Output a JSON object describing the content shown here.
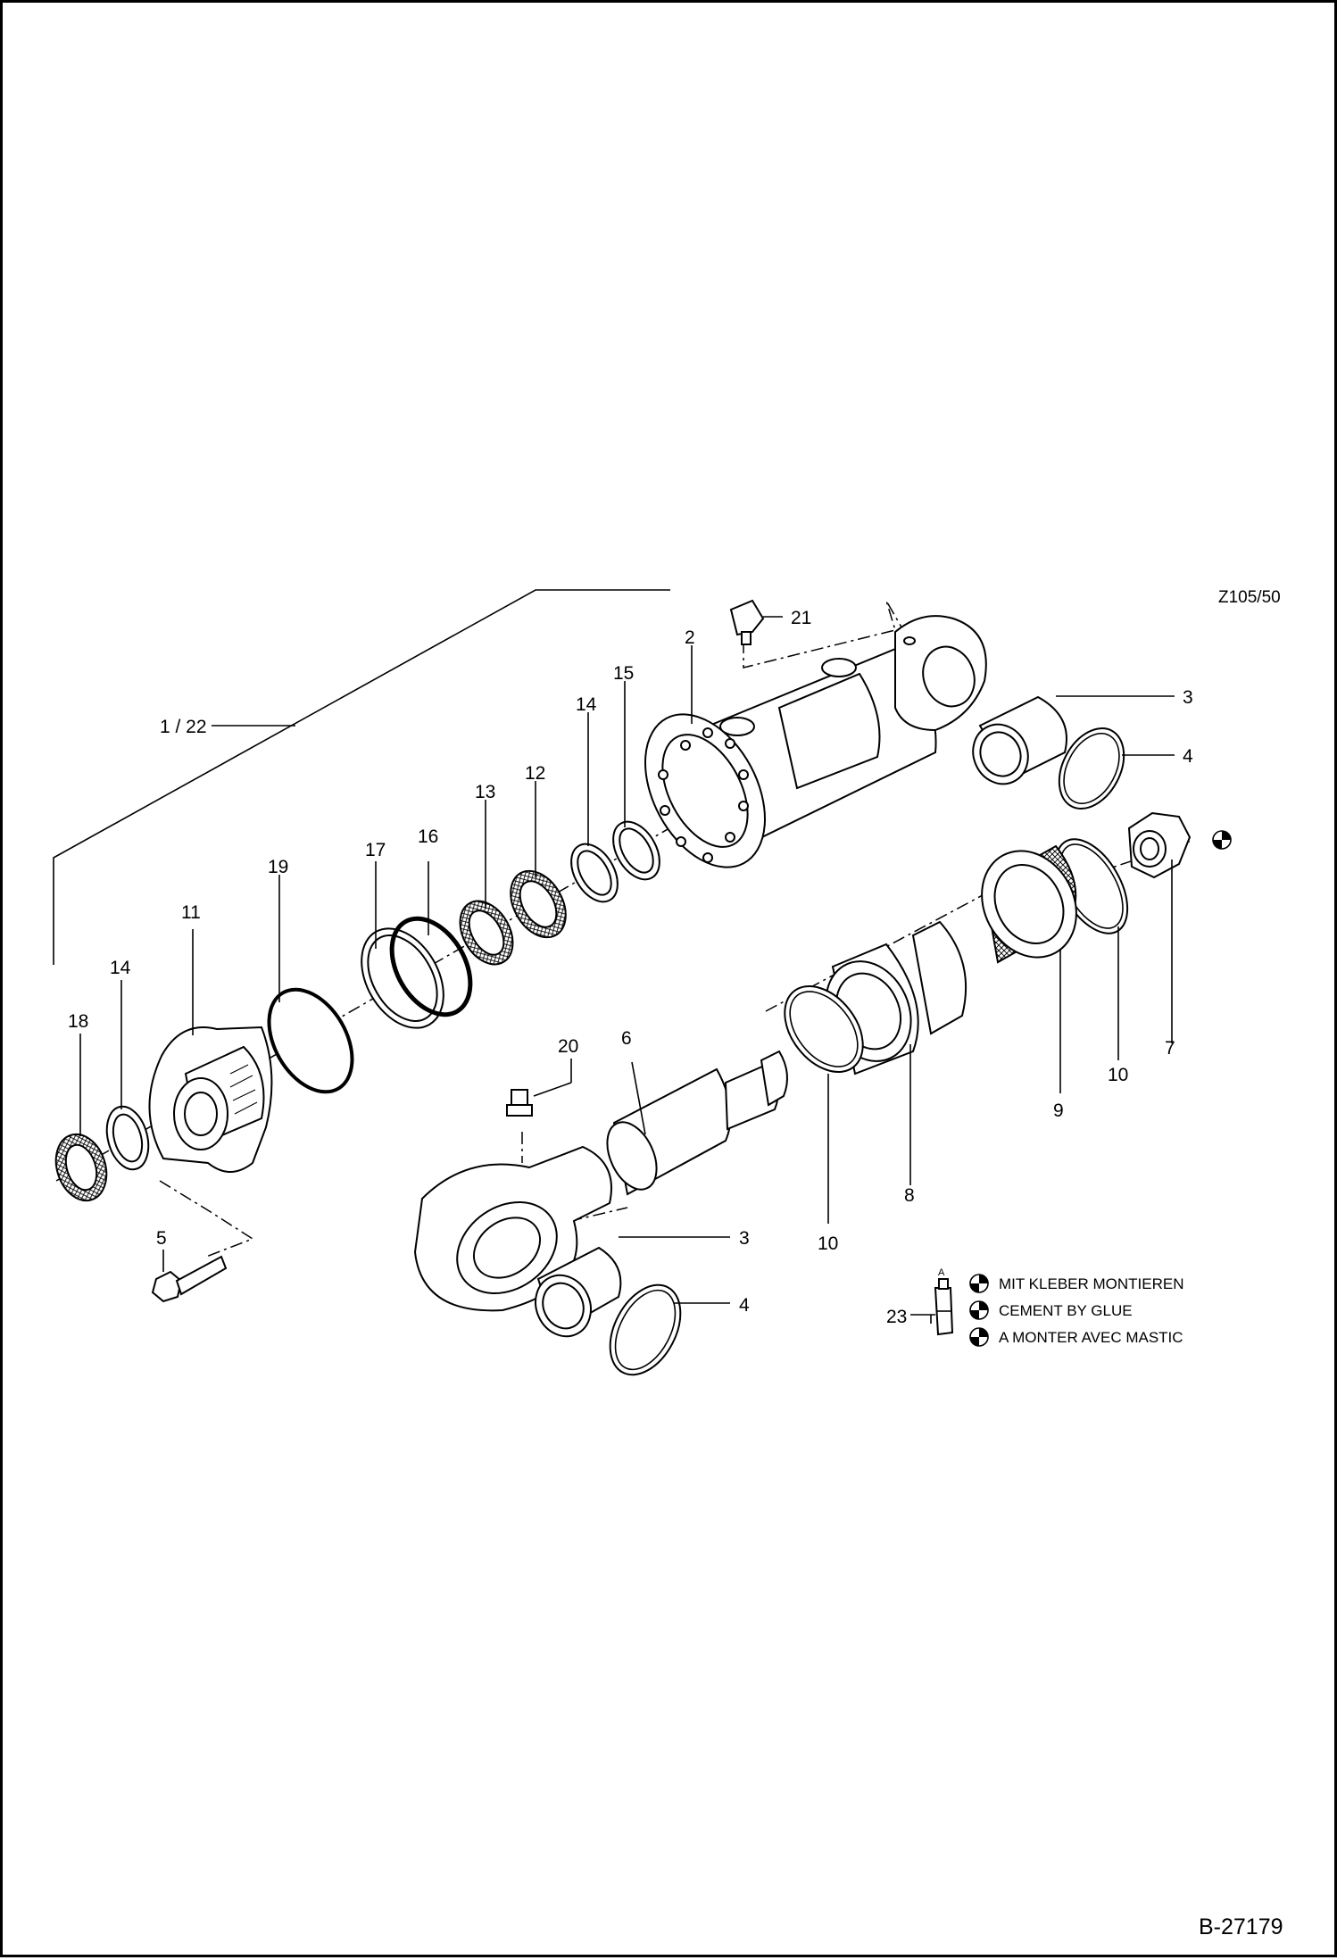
{
  "drawing_code": "Z105/50",
  "sheet_number": "B-27179",
  "callouts": {
    "c1_22": "1 / 22",
    "c2": "2",
    "c3a": "3",
    "c3b": "3",
    "c4a": "4",
    "c4b": "4",
    "c5": "5",
    "c6": "6",
    "c7": "7",
    "c8": "8",
    "c9": "9",
    "c10a": "10",
    "c10b": "10",
    "c11": "11",
    "c12": "12",
    "c13": "13",
    "c14a": "14",
    "c14b": "14",
    "c15": "15",
    "c16": "16",
    "c17": "17",
    "c18": "18",
    "c19": "19",
    "c20": "20",
    "c21": "21",
    "c23": "23"
  },
  "legend": {
    "line_de": "MIT KLEBER MONTIEREN",
    "line_en": "CEMENT BY GLUE",
    "line_fr": "A MONTER AVEC MASTIC",
    "tube_letter": "A"
  },
  "icons": [
    "glue-symbol-icon",
    "glue-tube-icon"
  ]
}
